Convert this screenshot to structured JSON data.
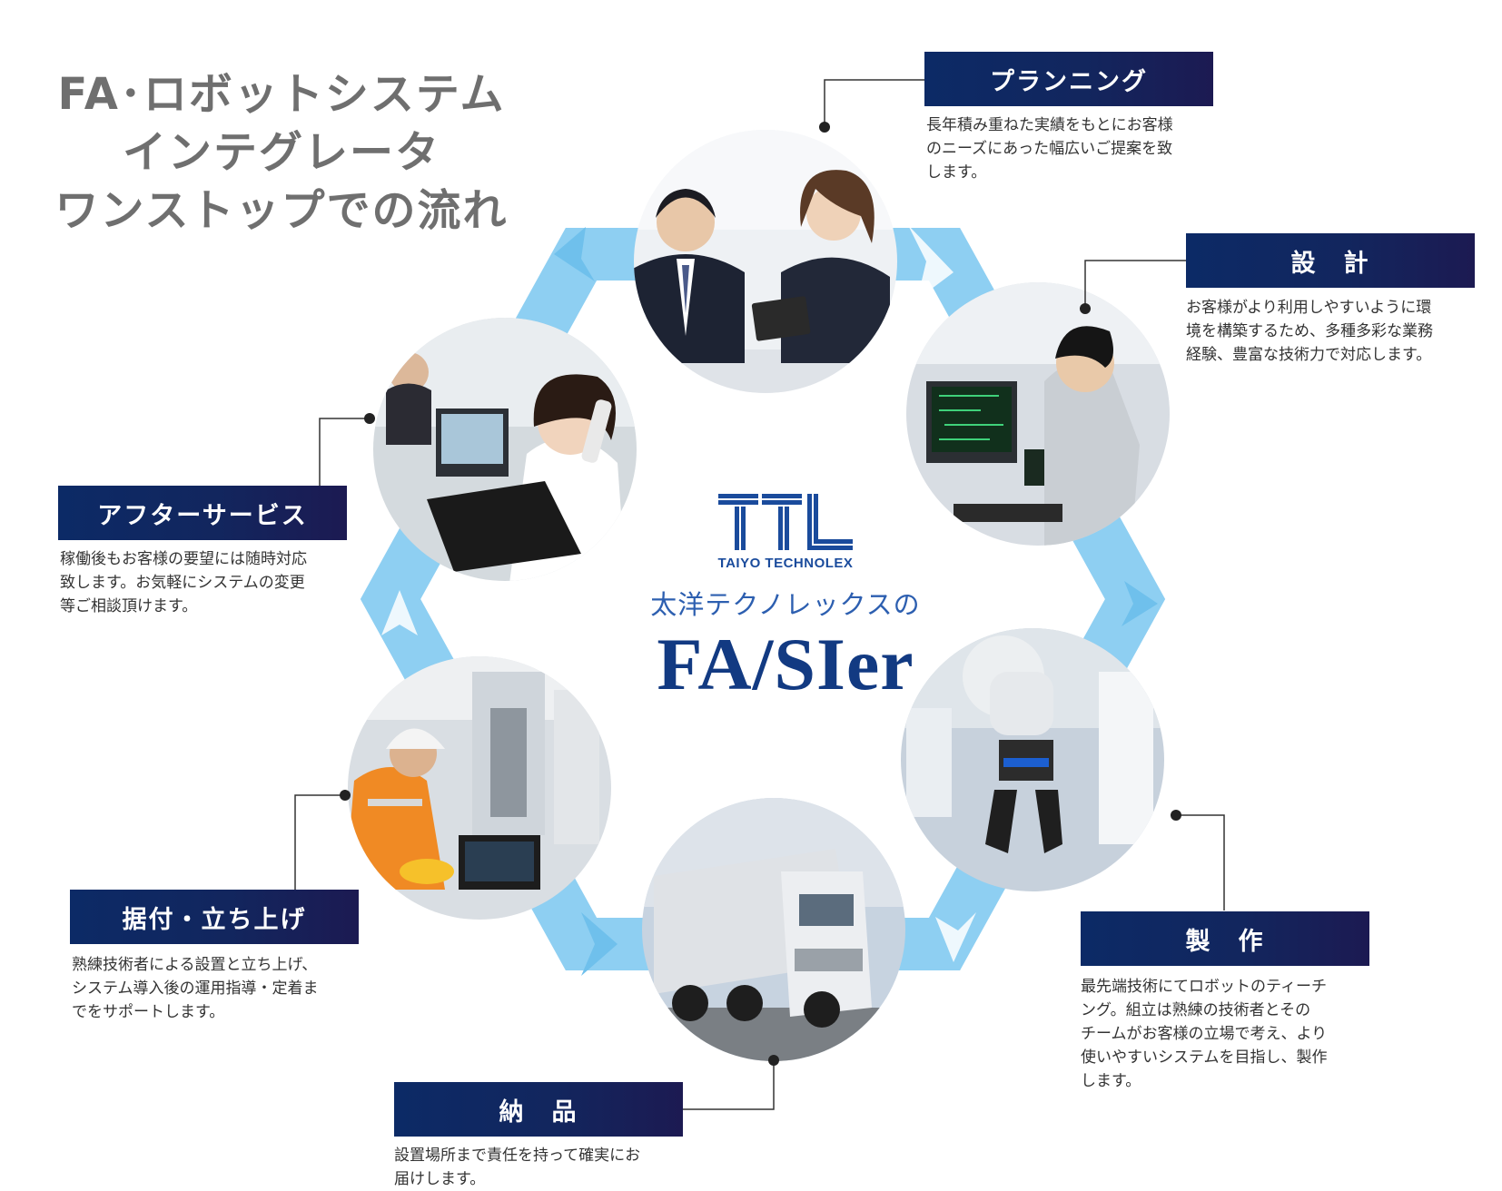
{
  "title": {
    "line1": "FA･ロボットシステム",
    "line2": "インテグレータ",
    "line3": "ワンストップでの流れ"
  },
  "logo": {
    "mark": "TTL",
    "english": "TAIYO TECHNOLEX",
    "japanese": "太洋テクノレックスの",
    "main": "FA/SIer"
  },
  "steps": {
    "planning": {
      "label": "プランニング",
      "desc": [
        "長年積み重ねた実績をもとにお客様",
        "のニーズにあった幅広いご提案を致",
        "します。"
      ],
      "photo_icon": "business-meeting-photo"
    },
    "design": {
      "label": "設　計",
      "desc": [
        "お客様がより利用しやすいように環",
        "境を構築するため、多種多彩な業務",
        "経験、豊富な技術力で対応します。"
      ],
      "photo_icon": "cad-workstation-photo"
    },
    "manufacture": {
      "label": "製　作",
      "desc": [
        "最先端技術にてロボットのティーチ",
        "ング。組立は熟練の技術者とその",
        "チームがお客様の立場で考え、より",
        "使いやすいシステムを目指し、製作",
        "します。"
      ],
      "photo_icon": "robot-arm-photo"
    },
    "delivery": {
      "label": "納　品",
      "desc": [
        "設置場所まで責任を持って確実にお",
        "届けします。"
      ],
      "photo_icon": "delivery-truck-photo"
    },
    "installation": {
      "label": "据付・立ち上げ",
      "desc": [
        "熟練技術者による設置と立ち上げ、",
        "システム導入後の運用指導・定着ま",
        "でをサポートします。"
      ],
      "photo_icon": "engineer-installation-photo"
    },
    "after_service": {
      "label": "アフターサービス",
      "desc": [
        "稼働後もお客様の要望には随時対応",
        "致します。お気軽にシステムの変更",
        "等ご相談頂けます。"
      ],
      "photo_icon": "support-call-photo"
    }
  },
  "colors": {
    "arrow": "#8ecff2",
    "header_dark": "#0f2a64",
    "logo_blue": "#123a82",
    "title_gray": "#6f6f6f"
  }
}
